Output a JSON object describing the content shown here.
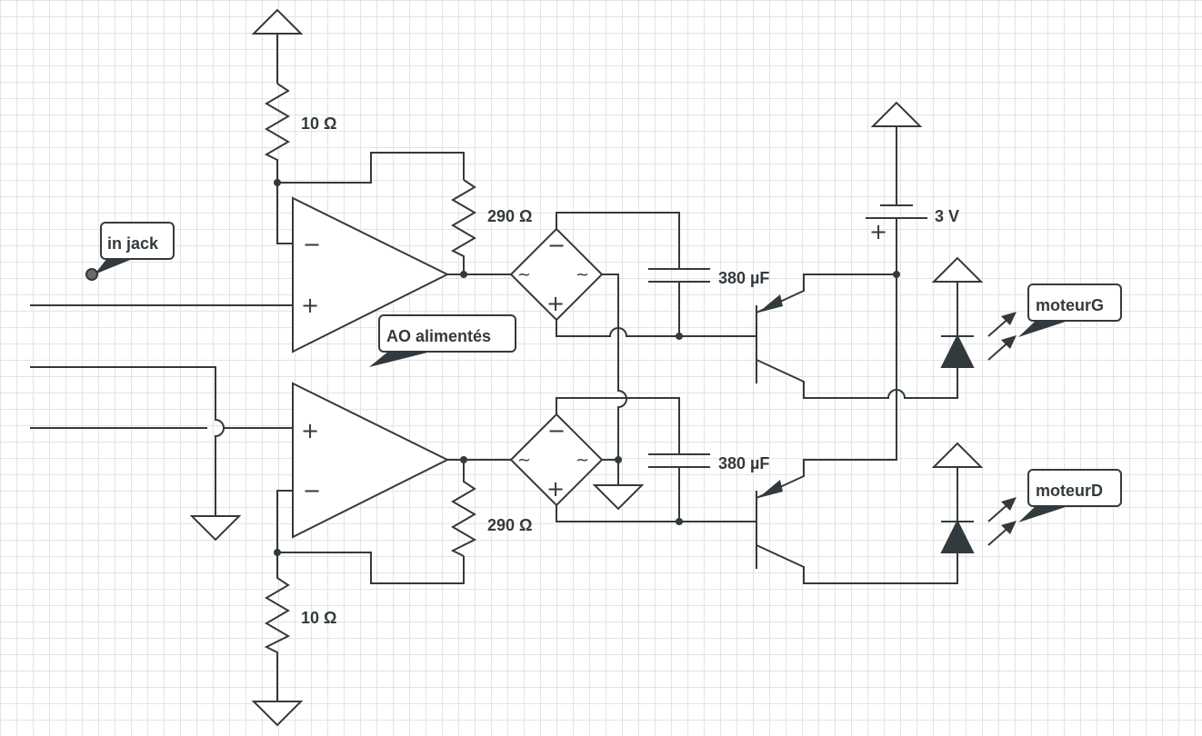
{
  "labels": {
    "r_top_value": "10 Ω",
    "r_bottom_value": "10 Ω",
    "r_fb_top_value": "290 Ω",
    "r_fb_bottom_value": "290 Ω",
    "c_top_value": "380 µF",
    "c_bottom_value": "380 µF",
    "battery_value": "3 V"
  },
  "symbols": {
    "minus": "−",
    "plus": "+",
    "tilde": "~"
  },
  "callouts": {
    "in_jack": "in jack",
    "ao": "AO alimentés",
    "moteur_g": "moteurG",
    "moteur_d": "moteurD"
  }
}
